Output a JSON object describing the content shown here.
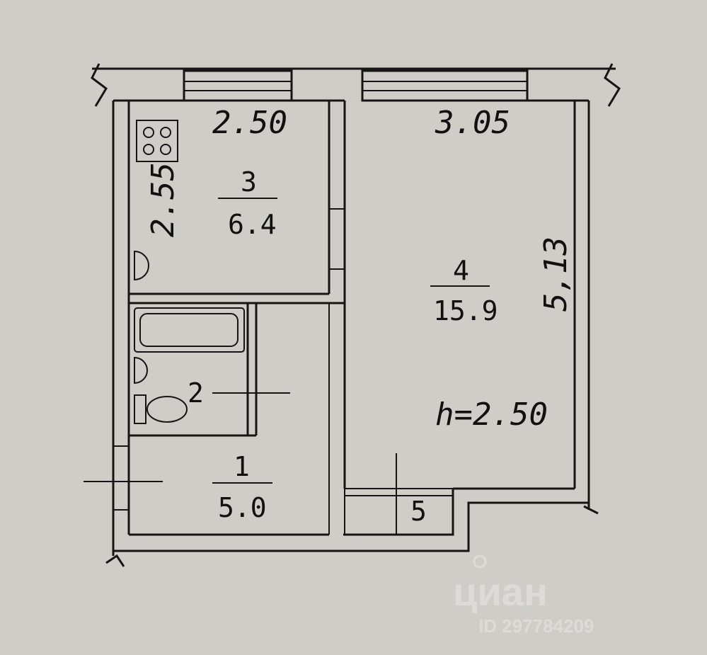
{
  "rooms": [
    {
      "number": "1",
      "area": "5.0"
    },
    {
      "number": "2"
    },
    {
      "number": "3",
      "area": "6.4"
    },
    {
      "number": "4",
      "area": "15.9"
    },
    {
      "number": "5"
    }
  ],
  "dimensions": {
    "kitchen_width": "2.50",
    "kitchen_depth": "2.55",
    "room_width": "3.05",
    "room_depth": "5,13",
    "ceiling_height": "h=2.50"
  },
  "watermark": {
    "brand": "циан",
    "id": "ID 297784209"
  }
}
